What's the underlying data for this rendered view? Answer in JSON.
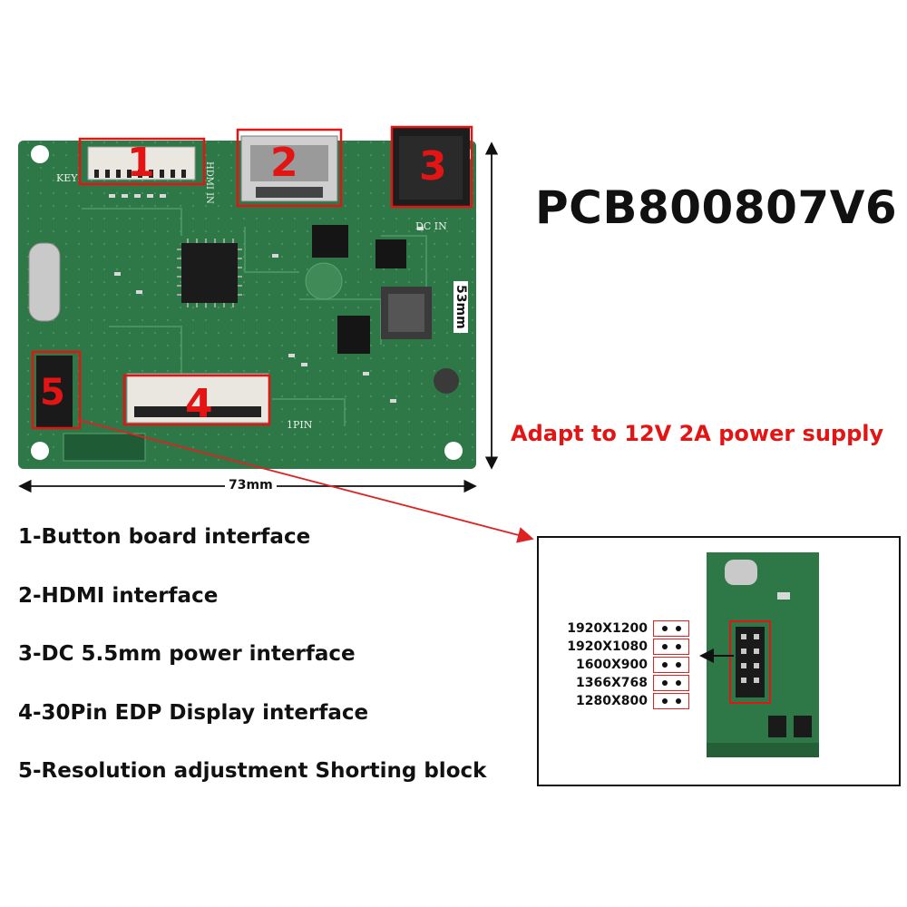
{
  "title": "PCB800807V6",
  "power_note": "Adapt to 12V 2A power supply",
  "dimensions": {
    "width": "73mm",
    "height": "53mm"
  },
  "board": {
    "key_label": "KEY",
    "pin_label": "1PIN",
    "dc_label": "DC IN",
    "hdmi_label": "HDMI IN"
  },
  "callouts": [
    "1",
    "2",
    "3",
    "4",
    "5"
  ],
  "legend": [
    "1-Button board interface",
    "2-HDMI interface",
    "3-DC 5.5mm power interface",
    "4-30Pin EDP Display interface",
    "5-Resolution adjustment Shorting block"
  ],
  "resolutions": [
    "1920X1200",
    "1920X1080",
    "1600X900",
    "1366X768",
    "1280X800"
  ],
  "colors": {
    "board": "#2f7a47",
    "callout": "#e31414",
    "text": "#111111"
  }
}
